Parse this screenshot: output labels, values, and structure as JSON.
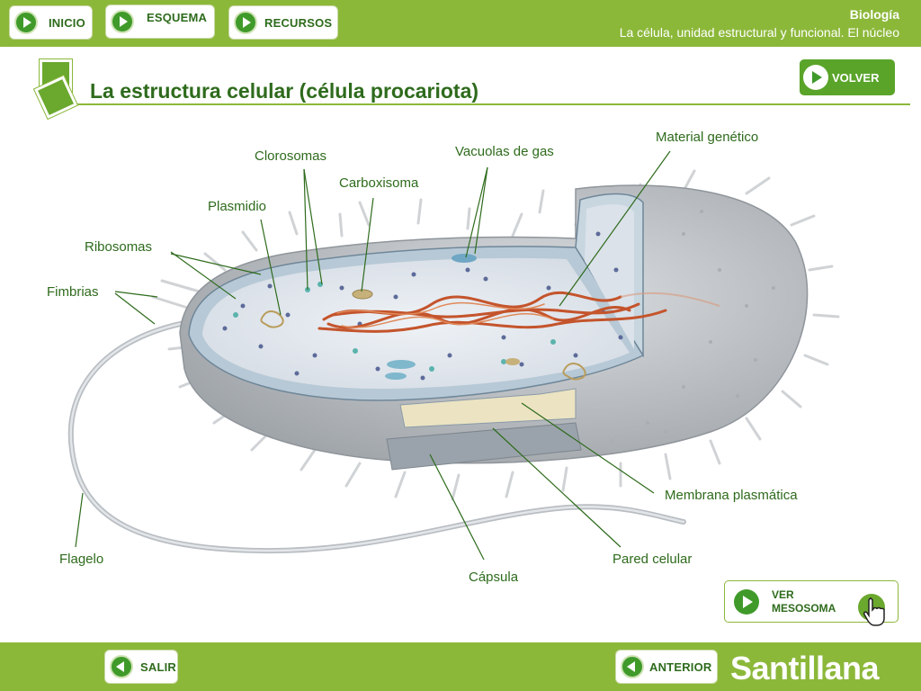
{
  "topbar": {
    "nav": [
      {
        "label": "INICIO",
        "icon": "play-icon"
      },
      {
        "label": "ESQUEMA",
        "icon": "play-icon"
      },
      {
        "label": "RECURSOS",
        "icon": "play-icon"
      }
    ],
    "subject": "Biología",
    "unit": "La célula, unidad estructural y funcional. El núcleo"
  },
  "page": {
    "title": "La estructura celular (célula procariota)",
    "volver_label": "VOLVER"
  },
  "diagram": {
    "labels": {
      "fimbrias": "Fimbrias",
      "ribosomas": "Ribosomas",
      "plasmidio": "Plasmidio",
      "clorosomas": "Clorosomas",
      "carboxisoma": "Carboxisoma",
      "vacuolas": "Vacuolas de gas",
      "material": "Material genético",
      "membrana": "Membrana plasmática",
      "pared": "Pared celular",
      "capsula": "Cápsula",
      "flagelo": "Flagelo"
    }
  },
  "ver_mesosoma": {
    "label": "VER MESOSOMA"
  },
  "bottombar": {
    "salir_label": "SALIR",
    "anterior_label": "ANTERIOR",
    "brand": "Santillana"
  },
  "colors": {
    "brand_green": "#8cb83a",
    "dark_green": "#2e6b1c",
    "button_green": "#3f9a2a"
  }
}
